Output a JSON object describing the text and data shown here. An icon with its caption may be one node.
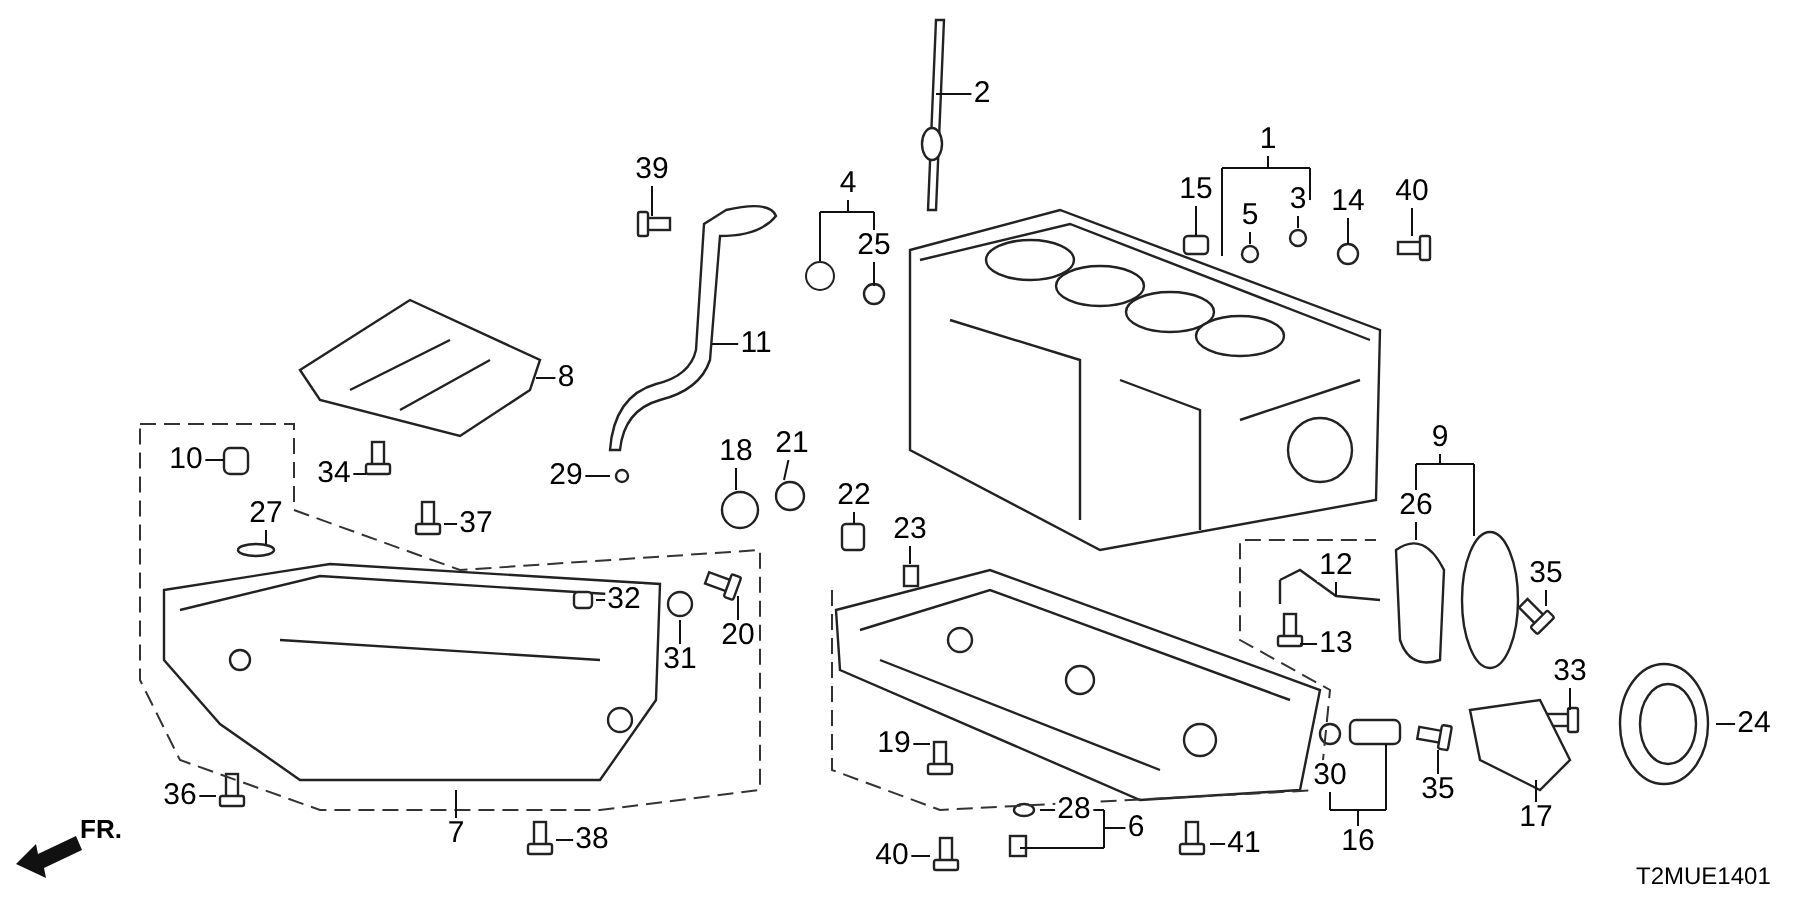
{
  "diagram": {
    "nodes": [
      {
        "text": [
          "2"
        ]
      },
      {
        "text": [
          "1"
        ]
      },
      {
        "text": [
          "15"
        ]
      },
      {
        "text": [
          "5"
        ]
      },
      {
        "text": [
          "3"
        ]
      },
      {
        "text": [
          "14"
        ]
      },
      {
        "text": [
          "40"
        ]
      },
      {
        "text": [
          "39"
        ]
      },
      {
        "text": [
          "4"
        ]
      },
      {
        "text": [
          "25"
        ]
      },
      {
        "text": [
          "11"
        ]
      },
      {
        "text": [
          "8"
        ]
      },
      {
        "text": [
          "10"
        ]
      },
      {
        "text": [
          "34"
        ]
      },
      {
        "text": [
          "29"
        ]
      },
      {
        "text": [
          "18"
        ]
      },
      {
        "text": [
          "21"
        ]
      },
      {
        "text": [
          "22"
        ]
      },
      {
        "text": [
          "27"
        ]
      },
      {
        "text": [
          "37"
        ]
      },
      {
        "text": [
          "23"
        ]
      },
      {
        "text": [
          "9"
        ]
      },
      {
        "text": [
          "26"
        ]
      },
      {
        "text": [
          "12"
        ]
      },
      {
        "text": [
          "35"
        ]
      },
      {
        "text": [
          "32"
        ]
      },
      {
        "text": [
          "20"
        ]
      },
      {
        "text": [
          "13"
        ]
      },
      {
        "text": [
          "31"
        ]
      },
      {
        "text": [
          "33"
        ]
      },
      {
        "text": [
          "24"
        ]
      },
      {
        "text": [
          "19"
        ]
      },
      {
        "text": [
          "30"
        ]
      },
      {
        "text": [
          "35"
        ]
      },
      {
        "text": [
          "36"
        ]
      },
      {
        "text": [
          "17"
        ]
      },
      {
        "text": [
          "28"
        ]
      },
      {
        "text": [
          "6"
        ]
      },
      {
        "text": [
          "16"
        ]
      },
      {
        "text": [
          "7"
        ]
      },
      {
        "text": [
          "38"
        ]
      },
      {
        "text": [
          "40"
        ]
      },
      {
        "text": [
          "41"
        ]
      },
      {
        "text": [],
        "shape": "circle"
      }
    ],
    "edges": [
      {
        "from": 0,
        "to": null,
        "arrow": "none"
      },
      {
        "from": 1,
        "to": null,
        "arrow": "none"
      },
      {
        "from": 2,
        "to": null,
        "arrow": "none"
      },
      {
        "from": 3,
        "to": null,
        "arrow": "none"
      },
      {
        "from": 4,
        "to": null,
        "arrow": "none"
      },
      {
        "from": 5,
        "to": null,
        "arrow": "none"
      },
      {
        "from": 6,
        "to": null,
        "arrow": "none"
      },
      {
        "from": 7,
        "to": null,
        "arrow": "none"
      },
      {
        "from": 8,
        "to": 9,
        "arrow": "none"
      },
      {
        "from": 8,
        "to": 43,
        "arrow": "none"
      },
      {
        "from": 9,
        "to": null,
        "arrow": "none"
      },
      {
        "from": 10,
        "to": null,
        "arrow": "none"
      },
      {
        "from": 11,
        "to": null,
        "arrow": "none"
      },
      {
        "from": 12,
        "to": null,
        "arrow": "none"
      },
      {
        "from": 13,
        "to": null,
        "arrow": "none"
      },
      {
        "from": 14,
        "to": null,
        "arrow": "none"
      },
      {
        "from": 15,
        "to": null,
        "arrow": "none"
      },
      {
        "from": 16,
        "to": null,
        "arrow": "none"
      },
      {
        "from": 17,
        "to": null,
        "arrow": "none"
      },
      {
        "from": 18,
        "to": null,
        "arrow": "none"
      },
      {
        "from": 19,
        "to": null,
        "arrow": "none"
      },
      {
        "from": 20,
        "to": null,
        "arrow": "none"
      },
      {
        "from": 21,
        "to": 22,
        "arrow": "none"
      },
      {
        "from": 21,
        "to": null,
        "arrow": "none"
      },
      {
        "from": 22,
        "to": null,
        "arrow": "none"
      },
      {
        "from": 23,
        "to": null,
        "arrow": "none"
      },
      {
        "from": 24,
        "to": null,
        "arrow": "none"
      },
      {
        "from": 25,
        "to": null,
        "arrow": "none"
      },
      {
        "from": 26,
        "to": null,
        "arrow": "none"
      },
      {
        "from": 27,
        "to": null,
        "arrow": "none"
      },
      {
        "from": 28,
        "to": null,
        "arrow": "none"
      },
      {
        "from": 29,
        "to": null,
        "arrow": "none"
      },
      {
        "from": 30,
        "to": null,
        "arrow": "none"
      },
      {
        "from": 31,
        "to": null,
        "arrow": "none"
      },
      {
        "from": 33,
        "to": null,
        "arrow": "none"
      },
      {
        "from": 34,
        "to": null,
        "arrow": "none"
      },
      {
        "from": 35,
        "to": null,
        "arrow": "none"
      },
      {
        "from": 36,
        "to": null,
        "arrow": "none"
      },
      {
        "from": 37,
        "to": 36,
        "arrow": "none"
      },
      {
        "from": 37,
        "to": null,
        "arrow": "none"
      },
      {
        "from": 38,
        "to": 32,
        "arrow": "none"
      },
      {
        "from": 38,
        "to": null,
        "arrow": "none"
      },
      {
        "from": 39,
        "to": null,
        "arrow": "none"
      },
      {
        "from": 40,
        "to": null,
        "arrow": "none"
      },
      {
        "from": 41,
        "to": null,
        "arrow": "none"
      },
      {
        "from": 42,
        "to": null,
        "arrow": "none"
      }
    ],
    "labels": [
      "FR.",
      "T2MUE1401"
    ]
  }
}
